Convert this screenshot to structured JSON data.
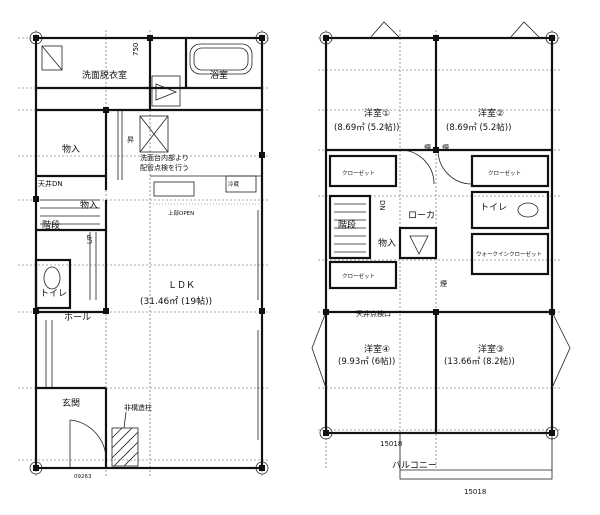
{
  "floor1": {
    "label_750": "750",
    "senmen": "洗面脱衣室",
    "yokushitsu": "浴室",
    "monoire_upper": "物入",
    "note_line1": "洗面台内部より",
    "note_line2": "配管点検を行う",
    "tenjo_dn": "天井DN",
    "monoire_lower": "物入",
    "kaidan": "階段",
    "up": "UP",
    "ue_open": "上部OPEN",
    "toilet": "トイレ",
    "hall": "ホール",
    "ldk_name": "ＬＤＫ",
    "ldk_area": "(31.46㎡ (19帖))",
    "genkan": "玄関",
    "hikozo": "非構造柱",
    "bottom_code": "09263",
    "stair_mark": "昇",
    "hood_label": "冷蔵"
  },
  "floor2": {
    "yoshitsu1_name": "洋室①",
    "yoshitsu1_area": "(8.69㎡ (5.2帖))",
    "yoshitsu2_name": "洋室②",
    "yoshitsu2_area": "(8.69㎡ (5.2帖))",
    "closet_a": "クローゼット",
    "closet_b": "クローゼット",
    "closet_c": "クローゼット",
    "kemuri1": "煙",
    "kemuri2": "煙",
    "kemuri3": "煙",
    "roka": "ローカ",
    "toilet": "トイレ",
    "kaidan": "階段",
    "monoire": "物入",
    "walkin": "ウォークインクローゼット",
    "tenjo_tenken": "天井点検口",
    "yoshitsu4_name": "洋室④",
    "yoshitsu4_area": "(9.93㎡ (6帖))",
    "yoshitsu3_name": "洋室③",
    "yoshitsu3_area": "(13.66㎡ (8.2帖))",
    "dn": "DN",
    "balcony": "バルコニー",
    "code_a": "15018",
    "code_b": "15018"
  }
}
